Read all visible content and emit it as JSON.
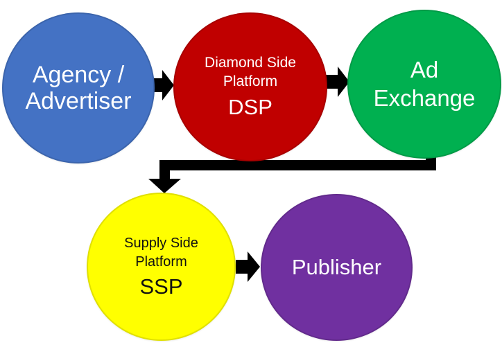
{
  "colors": {
    "agency": "#4472C4",
    "dsp": "#C00000",
    "ad_exchange": "#00B050",
    "ssp": "#FFFF00",
    "publisher": "#7030A0",
    "arrow": "#000000"
  },
  "nodes": {
    "agency": {
      "line1": "Agency /",
      "line2": "Advertiser"
    },
    "dsp": {
      "line1": "Diamond Side",
      "line2": "Platform",
      "line3": "DSP"
    },
    "ad_exchange": {
      "line1": "Ad",
      "line2": "Exchange"
    },
    "ssp": {
      "line1": "Supply Side",
      "line2": "Platform",
      "line3": "SSP"
    },
    "publisher": {
      "line1": "Publisher"
    }
  },
  "edges": [
    {
      "from": "agency",
      "to": "dsp"
    },
    {
      "from": "dsp",
      "to": "ad_exchange"
    },
    {
      "from": "ad_exchange",
      "to": "ssp"
    },
    {
      "from": "ssp",
      "to": "publisher"
    }
  ]
}
